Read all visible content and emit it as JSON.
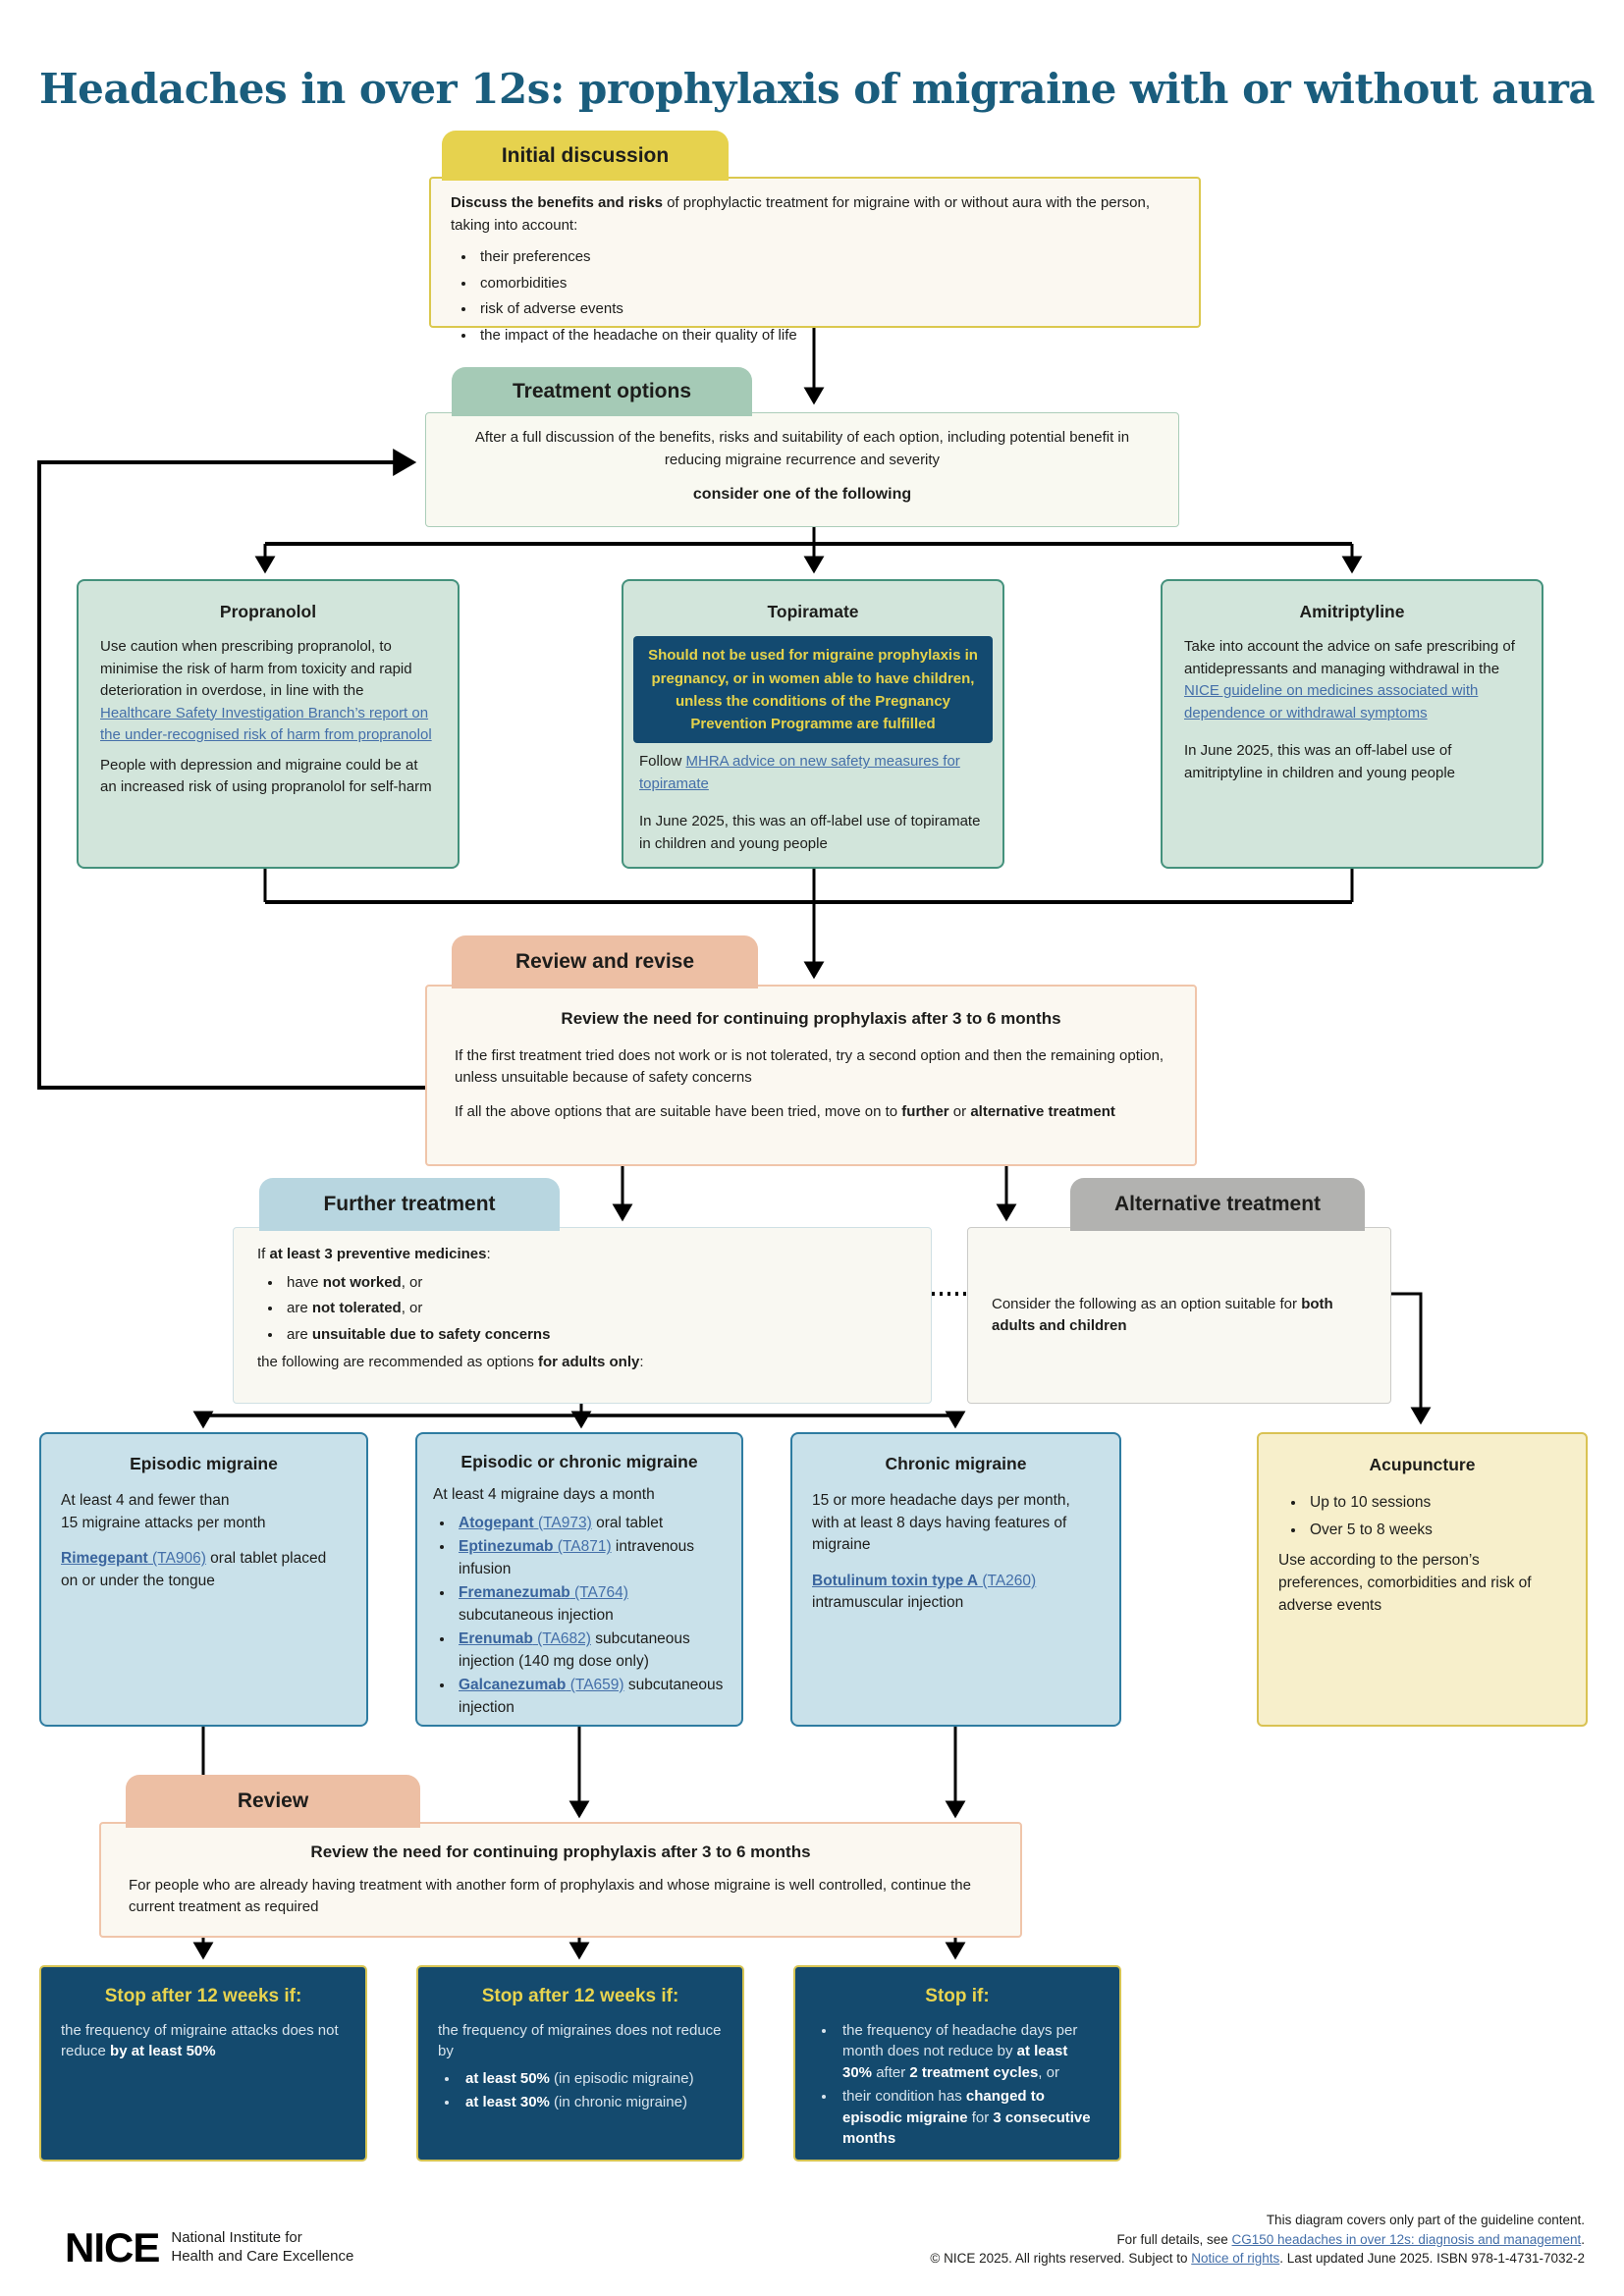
{
  "title": "Headaches in over 12s: prophylaxis of migraine with or without aura",
  "colors": {
    "title": "#1a5d7d",
    "tab_yellow": "#e6d24e",
    "tab_green": "#a5cab6",
    "tab_salmon": "#edbfa4",
    "tab_blue": "#b8d6e0",
    "tab_gray": "#b2b2b0",
    "med_box_green": "#d2e5db",
    "option_box_blue": "#c9e1ea",
    "acupuncture_yellow": "#f7efcb",
    "stop_box_navy": "#144a6e",
    "warning_navy": "#134a70",
    "warning_text_yellow": "#e6d34b",
    "link_blue": "#446fa9"
  },
  "initial": {
    "tab": "Initial discussion",
    "p_bold": "Discuss the benefits and risks",
    "p_rest": " of prophylactic treatment for migraine with or without aura with the person, taking into account:",
    "bullets": [
      "their preferences",
      "comorbidities",
      "risk of adverse events",
      "the impact of the headache on their quality of life"
    ]
  },
  "treatment_options": {
    "tab": "Treatment options",
    "p1": "After a full discussion of the benefits, risks and suitability of each option, including potential benefit in reducing migraine recurrence and severity",
    "p2": "consider one of the following"
  },
  "propranolol": {
    "title": "Propranolol",
    "p1": "Use caution when prescribing propranolol, to minimise the risk of harm from toxicity and rapid deterioration in overdose, in line with the ",
    "link": "Healthcare Safety Investigation Branch’s report on the under-recognised risk of harm from propranolol",
    "p2": "People with depression and migraine could be at an increased risk of using propranolol for self-harm"
  },
  "topiramate": {
    "title": "Topiramate",
    "warning": "Should not be used for migraine prophylaxis in pregnancy, or in women able to have children, unless the conditions of the Pregnancy Prevention Programme are fulfilled",
    "follow": "Follow ",
    "link": "MHRA advice on new safety measures for topiramate",
    "p2": "In June 2025, this was an off-label use of topiramate in children and young people"
  },
  "amitriptyline": {
    "title": "Amitriptyline",
    "p1": "Take into account the advice on safe prescribing of antidepressants and managing withdrawal in the ",
    "link": "NICE guideline on medicines associated with dependence or withdrawal symptoms",
    "p2": "In June 2025, this was an off-label use of amitriptyline in children and young people"
  },
  "review_revise": {
    "tab": "Review and revise",
    "heading": "Review the need for continuing prophylaxis after 3 to 6 months",
    "p1": "If the first treatment tried does not work or is not tolerated, try a second option and then the remaining option, unless unsuitable because of safety concerns",
    "p2a": "If all the above options that are suitable have been tried, move on to ",
    "p2_bold1": "further",
    "p2b": " or ",
    "p2_bold2": "alternative treatment"
  },
  "further": {
    "tab": "Further treatment",
    "lead_a": "If ",
    "lead_bold": "at least 3 preventive medicines",
    "lead_b": ":",
    "b1a": "have ",
    "b1_bold": "not worked",
    "b1b": ", or",
    "b2a": "are ",
    "b2_bold": "not tolerated",
    "b2b": ", or",
    "b3a": "are ",
    "b3_bold": "unsuitable due to safety concerns",
    "tail_a": "the following are recommended as options ",
    "tail_bold": "for adults only",
    "tail_b": ":"
  },
  "alternative": {
    "tab": "Alternative treatment",
    "p_a": "Consider the following as an option suitable for ",
    "p_bold": "both adults and children"
  },
  "episodic": {
    "title": "Episodic migraine",
    "p1": "At least 4 and fewer than\n15 migraine attacks per month",
    "link_bold": "Rimegepant",
    "link_rest": " (TA906)",
    "after": " oral tablet placed on or under the tongue"
  },
  "epi_chronic": {
    "title": "Episodic or chronic migraine",
    "p1": "At least 4 migraine days a month",
    "items": [
      {
        "drug": "Atogepant",
        "ta": " (TA973)",
        "rest": " oral tablet"
      },
      {
        "drug": "Eptinezumab",
        "ta": " (TA871)",
        "rest": " intravenous infusion"
      },
      {
        "drug": "Fremanezumab",
        "ta": " (TA764)",
        "rest": " subcutaneous injection"
      },
      {
        "drug": "Erenumab",
        "ta": " (TA682)",
        "rest": " subcutaneous injection (140 mg dose only)"
      },
      {
        "drug": "Galcanezumab",
        "ta": " (TA659)",
        "rest": " subcutaneous injection"
      }
    ]
  },
  "chronic": {
    "title": "Chronic migraine",
    "p1": "15 or more headache days per month, with at least 8 days having features of migraine",
    "link_bold": "Botulinum toxin type A",
    "link_rest": " (TA260)",
    "after": " intramuscular injection"
  },
  "acupuncture": {
    "title": "Acupuncture",
    "bullets": [
      "Up to 10 sessions",
      "Over 5 to 8 weeks"
    ],
    "p": "Use according to the person’s preferences, comorbidities and risk of adverse events"
  },
  "review2": {
    "tab": "Review",
    "heading": "Review the need for continuing prophylaxis after 3 to 6 months",
    "p": "For people who are already having treatment with another form of prophylaxis and whose migraine is well controlled, continue the current treatment as required"
  },
  "stop1": {
    "title": "Stop after 12 weeks if:",
    "p_a": "the frequency of migraine attacks does not reduce ",
    "p_bold": "by at least 50%"
  },
  "stop2": {
    "title": "Stop after 12 weeks if:",
    "p": "the frequency of migraines does not reduce by",
    "b1_bold": "at least 50%",
    "b1_rest": " (in episodic migraine)",
    "b2_bold": "at least 30%",
    "b2_rest": " (in chronic migraine)"
  },
  "stop3": {
    "title": "Stop if:",
    "b1a": "the frequency of headache days per month does not reduce by ",
    "b1_bold1": "at least 30%",
    "b1b": " after ",
    "b1_bold2": "2 treatment cycles",
    "b1c": ", or",
    "b2a": "their condition has ",
    "b2_bold1": "changed to episodic migraine",
    "b2b": " for ",
    "b2_bold2": "3 consecutive months"
  },
  "footer": {
    "logo": "NICE",
    "org_line1": "National Institute for",
    "org_line2": "Health and Care Excellence",
    "line1": "This diagram covers only part of the guideline content.",
    "line2_a": "For full details, see ",
    "line2_link": "CG150 headaches in over 12s: diagnosis and management",
    "line2_b": ".",
    "line3_a": "© NICE 2025. All rights reserved. Subject to ",
    "line3_link": "Notice of rights",
    "line3_b": ". Last updated June 2025. ISBN 978-1-4731-7032-2"
  }
}
